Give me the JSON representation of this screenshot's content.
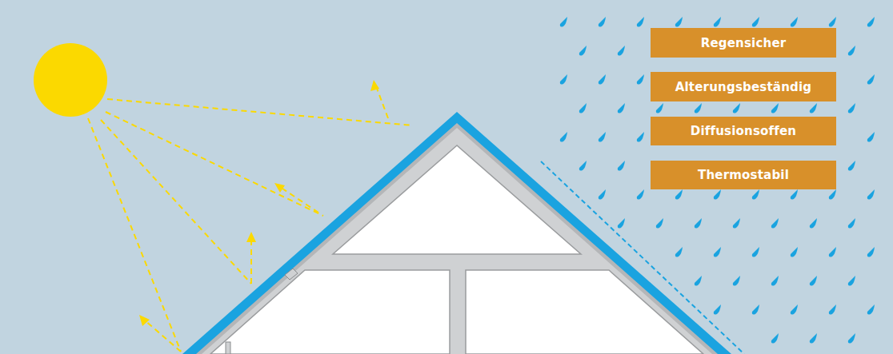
{
  "diagram": {
    "nodes": [
      {
        "text": [
          "Regensicher"
        ]
      },
      {
        "text": [
          "Alterungsbeständig"
        ]
      },
      {
        "text": [
          "Diffusionsoffen"
        ]
      },
      {
        "text": [
          "Thermostabil"
        ]
      }
    ]
  }
}
